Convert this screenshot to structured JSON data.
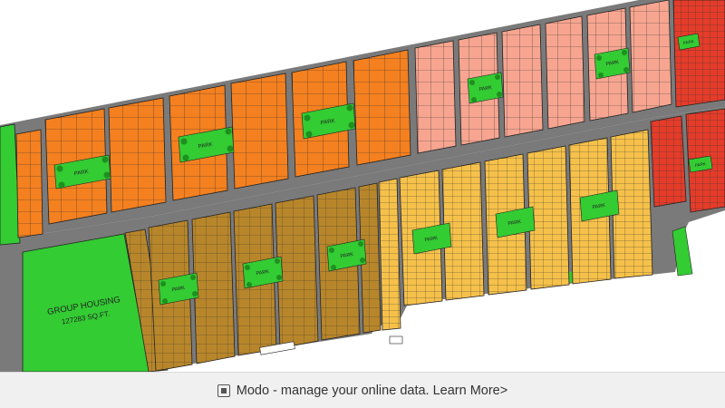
{
  "map": {
    "park_label": "PARK",
    "group_housing": {
      "title": "GROUP HOUSING",
      "area": "127283 SQ.FT."
    },
    "colors": {
      "road": "#7a7a7a",
      "green": "#33cc33",
      "orange": "#f4801f",
      "salmon": "#f7a590",
      "gold": "#f6c14a",
      "olive": "#b8862a",
      "red": "#e53c2a",
      "grid_line": "#333333"
    }
  },
  "banner": {
    "icon": "modo-logo-icon",
    "text": "Modo - manage your online data. Learn More>"
  }
}
